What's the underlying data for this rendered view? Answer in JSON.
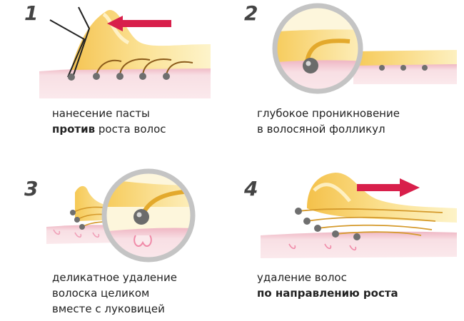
{
  "colors": {
    "skin": "#f6d6dc",
    "skin_edge": "#e7a3b3",
    "paste": "#f8d468",
    "paste_light": "#fdf3c6",
    "hair": "#222222",
    "bulb": "#7f7f7f",
    "arrow": "#d81f4b",
    "lens_ring": "#b9b9b9"
  },
  "steps": [
    {
      "number": "1",
      "line1": "нанесение пасты",
      "line2_bold": "против",
      "line2_rest": " роста волос",
      "arrow": "left-arrow"
    },
    {
      "number": "2",
      "line1": "глубокое проникновение",
      "line2": "в волосяной фолликул"
    },
    {
      "number": "3",
      "line1": "деликатное удаление",
      "line2": "волоска целиком",
      "line3": "вместе с луковицей"
    },
    {
      "number": "4",
      "line1": "удаление волос",
      "line2_bold": "по направлению роста",
      "arrow": "right-arrow"
    }
  ]
}
